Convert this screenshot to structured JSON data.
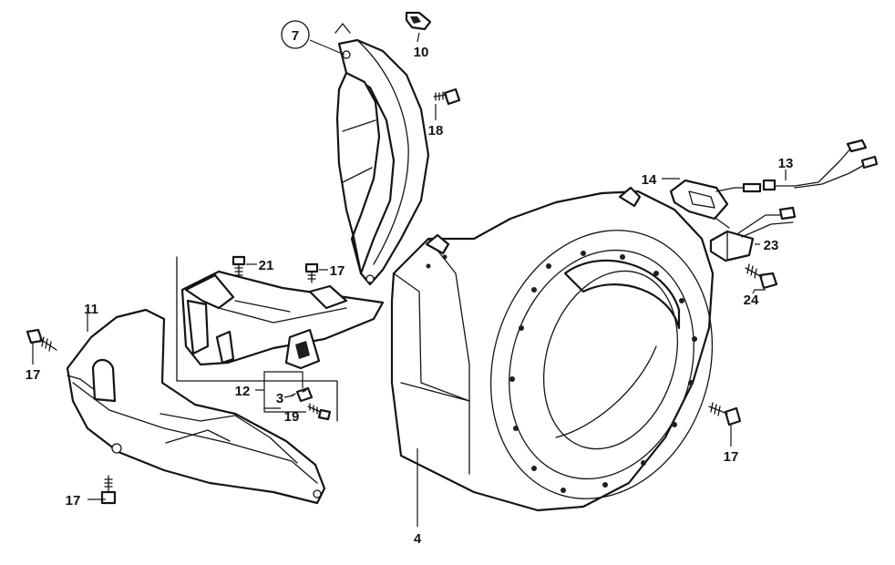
{
  "labels": {
    "p4": "4",
    "p7": "7",
    "p10": "10",
    "p11": "11",
    "p12": "12",
    "p3": "3",
    "p13": "13",
    "p14": "14",
    "p17a": "17",
    "p17b": "17",
    "p17c": "17",
    "p17d": "17",
    "p18": "18",
    "p19": "19",
    "p21": "21",
    "p23": "23",
    "p24": "24"
  },
  "colors": {
    "ink": "#141414",
    "paper": "#ffffff"
  }
}
